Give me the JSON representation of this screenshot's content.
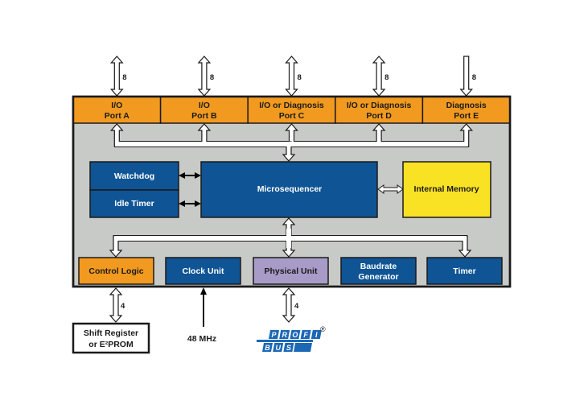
{
  "colors": {
    "orange": "#F29A1F",
    "blue": "#0F5494",
    "yellow": "#F9E124",
    "lavender": "#A99BC8",
    "chip_bg": "#C8CAC7",
    "outline": "#1A1A1A",
    "white_text": "#FFFFFF",
    "dark_text": "#1A1A1A",
    "profibus_blue": "#1C68B5"
  },
  "ports": [
    {
      "line1": "I/O",
      "line2": "Port A",
      "bus_width": "8",
      "direction": "bidirectional"
    },
    {
      "line1": "I/O",
      "line2": "Port B",
      "bus_width": "8",
      "direction": "bidirectional"
    },
    {
      "line1": "I/O or Diagnosis",
      "line2": "Port C",
      "bus_width": "8",
      "direction": "bidirectional"
    },
    {
      "line1": "I/O or Diagnosis",
      "line2": "Port D",
      "bus_width": "8",
      "direction": "bidirectional"
    },
    {
      "line1": "Diagnosis",
      "line2": "Port E",
      "bus_width": "8",
      "direction": "input"
    }
  ],
  "blocks": {
    "watchdog": "Watchdog",
    "idle_timer": "Idle Timer",
    "microsequencer": "Microsequencer",
    "internal_memory": "Internal Memory"
  },
  "units": [
    {
      "line1": "Control Logic",
      "line2": ""
    },
    {
      "line1": "Clock Unit",
      "line2": ""
    },
    {
      "line1": "Physical Unit",
      "line2": ""
    },
    {
      "line1": "Baudrate",
      "line2": "Generator"
    },
    {
      "line1": "Timer",
      "line2": ""
    }
  ],
  "external": {
    "shift_register_line1": "Shift Register",
    "shift_register_line2": "or E²PROM",
    "control_bus_width": "4",
    "clock_label": "48 MHz",
    "physical_bus_width": "4",
    "profibus_top": [
      "P",
      "R",
      "O",
      "F",
      "I"
    ],
    "profibus_bottom": [
      "B",
      "U",
      "S"
    ],
    "registered_mark": "®"
  }
}
